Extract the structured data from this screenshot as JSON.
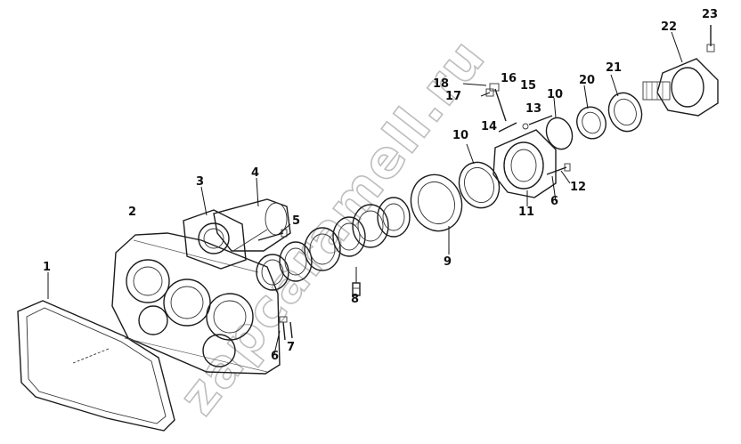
{
  "watermark": "zapcaramell.ru",
  "callouts": [
    {
      "id": "c1",
      "text": "1"
    },
    {
      "id": "c2",
      "text": "2"
    },
    {
      "id": "c3",
      "text": "3"
    },
    {
      "id": "c4",
      "text": "4"
    },
    {
      "id": "c5",
      "text": "5"
    },
    {
      "id": "c6a",
      "text": "6"
    },
    {
      "id": "c6b",
      "text": "6"
    },
    {
      "id": "c7",
      "text": "7"
    },
    {
      "id": "c8",
      "text": "8"
    },
    {
      "id": "c9",
      "text": "9"
    },
    {
      "id": "c10a",
      "text": "10"
    },
    {
      "id": "c10b",
      "text": "10"
    },
    {
      "id": "c11",
      "text": "11"
    },
    {
      "id": "c12",
      "text": "12"
    },
    {
      "id": "c13",
      "text": "13"
    },
    {
      "id": "c14",
      "text": "14"
    },
    {
      "id": "c15",
      "text": "15"
    },
    {
      "id": "c16",
      "text": "16"
    },
    {
      "id": "c17",
      "text": "17"
    },
    {
      "id": "c18",
      "text": "18"
    },
    {
      "id": "c20",
      "text": "20"
    },
    {
      "id": "c21",
      "text": "21"
    },
    {
      "id": "c22",
      "text": "22"
    },
    {
      "id": "c23",
      "text": "23"
    }
  ]
}
